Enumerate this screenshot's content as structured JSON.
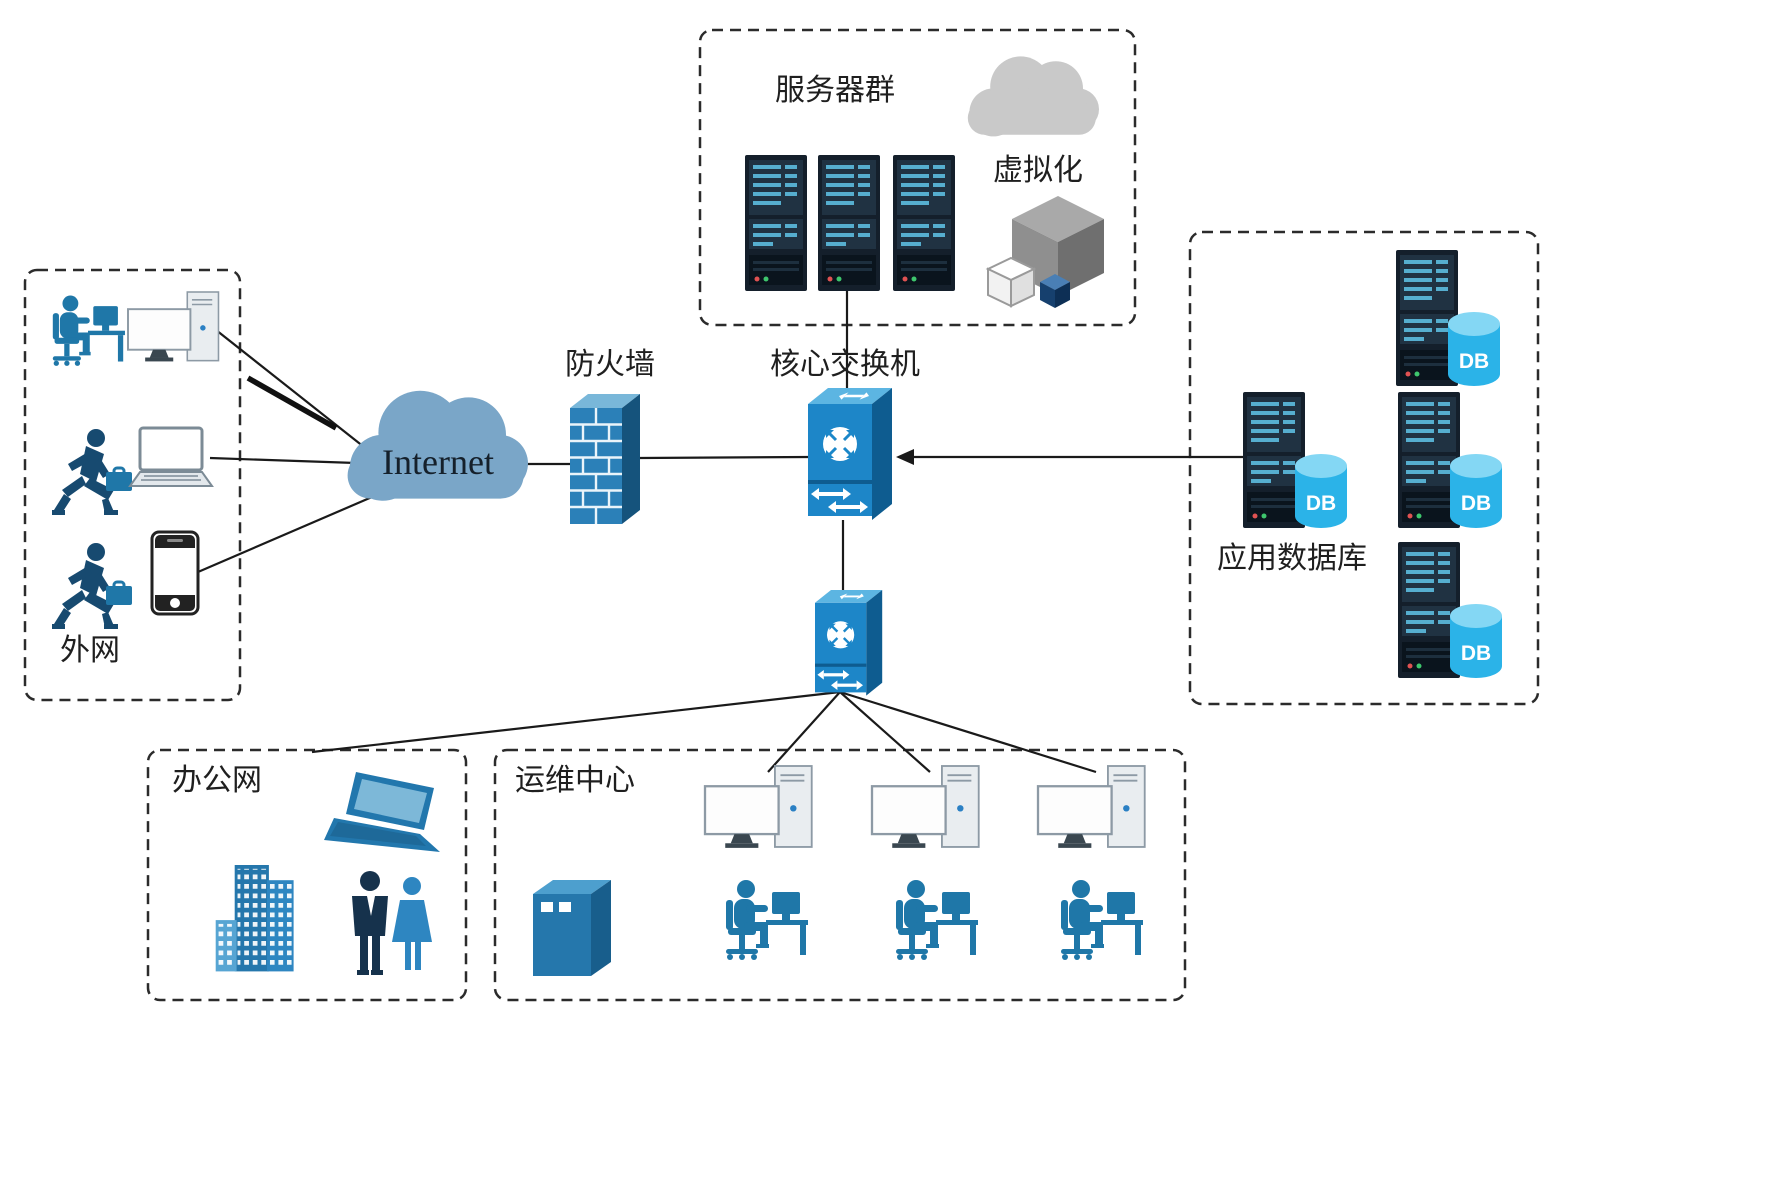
{
  "diagram": {
    "labels": {
      "server_cluster": "服务器群",
      "virtualization": "虚拟化",
      "firewall": "防火墙",
      "core_switch": "核心交换机",
      "internet": "Internet",
      "external_network": "外网",
      "app_database": "应用数据库",
      "office_network": "办公网",
      "ops_center": "运维中心"
    },
    "db_label": "DB",
    "colors": {
      "node_blue": "#1d86c8",
      "node_blue_dark": "#0e5c90",
      "node_blue_light": "#5cb5e2",
      "server_dark": "#141f2b",
      "server_stripe": "#56aecf",
      "db_cyan": "#2bb3e8",
      "db_cyan_light": "#84d7f4",
      "internet_cloud": "#7aa6c8",
      "gray_cloud": "#c9c9c9",
      "people_blue": "#1f77a8",
      "people_navy": "#16324c",
      "line": "#1a1a1a"
    },
    "icons": {
      "internet": "cloud-icon",
      "virtualization_cloud": "cloud-icon",
      "firewall": "brick-wall-icon",
      "core_switch": "layer3-switch-icon",
      "distribution_switch": "layer3-switch-icon",
      "server": "rack-server-icon",
      "database": "db-cylinder-icon",
      "virtualization": "cube-stack-icon",
      "external_user": "running-person-icon",
      "desktop": "desktop-computer-icon",
      "laptop": "laptop-icon",
      "phone": "smartphone-icon",
      "office_building": "building-icon",
      "office_staff": "standing-people-icon",
      "ops_cabinet": "server-cabinet-icon",
      "ops_workstation": "desktop-computer-icon",
      "ops_operator": "person-at-desk-icon"
    }
  }
}
